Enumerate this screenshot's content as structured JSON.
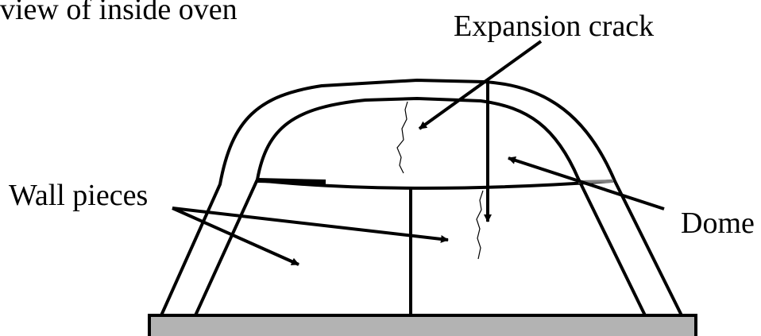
{
  "diagram": {
    "title_fragment": "view of inside oven",
    "labels": {
      "expansion_crack": "Expansion crack",
      "wall_pieces": "Wall pieces",
      "dome": "Dome"
    },
    "colors": {
      "line": "#000000",
      "base_fill": "#b3b3b3",
      "background": "#ffffff"
    }
  }
}
